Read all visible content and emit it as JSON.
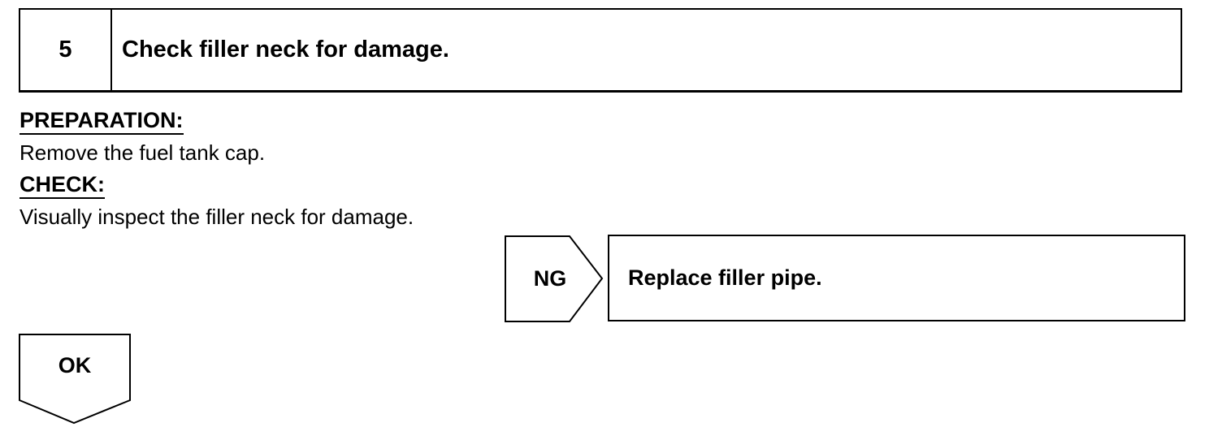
{
  "step": {
    "number": "5",
    "title": "Check filler neck for damage."
  },
  "preparation": {
    "label": "PREPARATION:",
    "text": "Remove the fuel tank cap."
  },
  "check": {
    "label": "CHECK:",
    "text": "Visually inspect the filler neck for damage."
  },
  "ng": {
    "label": "NG",
    "action": "Replace filler pipe."
  },
  "ok": {
    "label": "OK"
  }
}
